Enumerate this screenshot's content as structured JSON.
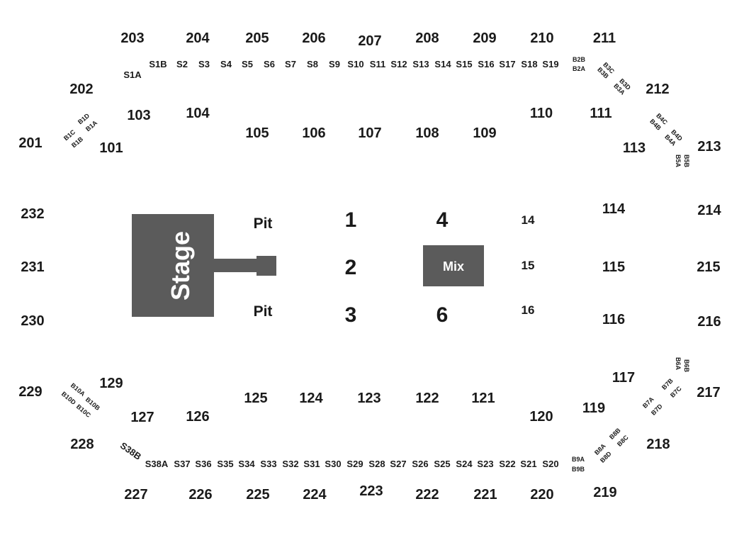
{
  "stage": {
    "label": "Stage",
    "color": "#5b5b5b"
  },
  "mix": {
    "label": "Mix",
    "color": "#5b5b5b"
  },
  "pit": [
    "Pit",
    "Pit"
  ],
  "floor": [
    "1",
    "2",
    "3",
    "4",
    "6",
    "14",
    "15",
    "16"
  ],
  "upper_sections": [
    "201",
    "202",
    "203",
    "204",
    "205",
    "206",
    "207",
    "208",
    "209",
    "210",
    "211",
    "212",
    "213",
    "214",
    "215",
    "216",
    "217",
    "218",
    "219",
    "220",
    "221",
    "222",
    "223",
    "224",
    "225",
    "226",
    "227",
    "228",
    "229",
    "230",
    "231",
    "232"
  ],
  "lower_sections": [
    "101",
    "103",
    "104",
    "105",
    "106",
    "107",
    "108",
    "109",
    "110",
    "111",
    "113",
    "114",
    "115",
    "116",
    "117",
    "119",
    "120",
    "121",
    "122",
    "123",
    "124",
    "125",
    "126",
    "127",
    "129"
  ],
  "suites_top": [
    "S1A",
    "S1B",
    "S2",
    "S3",
    "S4",
    "S5",
    "S6",
    "S7",
    "S8",
    "S9",
    "S10",
    "S11",
    "S12",
    "S13",
    "S14",
    "S15",
    "S16",
    "S17",
    "S18",
    "S19"
  ],
  "suites_bottom": [
    "S38B",
    "S38A",
    "S37",
    "S36",
    "S35",
    "S34",
    "S33",
    "S32",
    "S31",
    "S30",
    "S29",
    "S28",
    "S27",
    "S26",
    "S25",
    "S24",
    "S23",
    "S22",
    "S21",
    "S20"
  ],
  "boxes": [
    "B1C",
    "B1D",
    "B1B",
    "B1A",
    "B2B",
    "B2A",
    "B3C",
    "B3B",
    "B3D",
    "B3A",
    "B4C",
    "B4B",
    "B4D",
    "B4A",
    "B5B",
    "B5A",
    "B6B",
    "B6A",
    "B7B",
    "B7C",
    "B7A",
    "B7D",
    "B8B",
    "B8A",
    "B8C",
    "B8D",
    "B9A",
    "B9B",
    "B10A",
    "B10B",
    "B10D",
    "B10C"
  ]
}
